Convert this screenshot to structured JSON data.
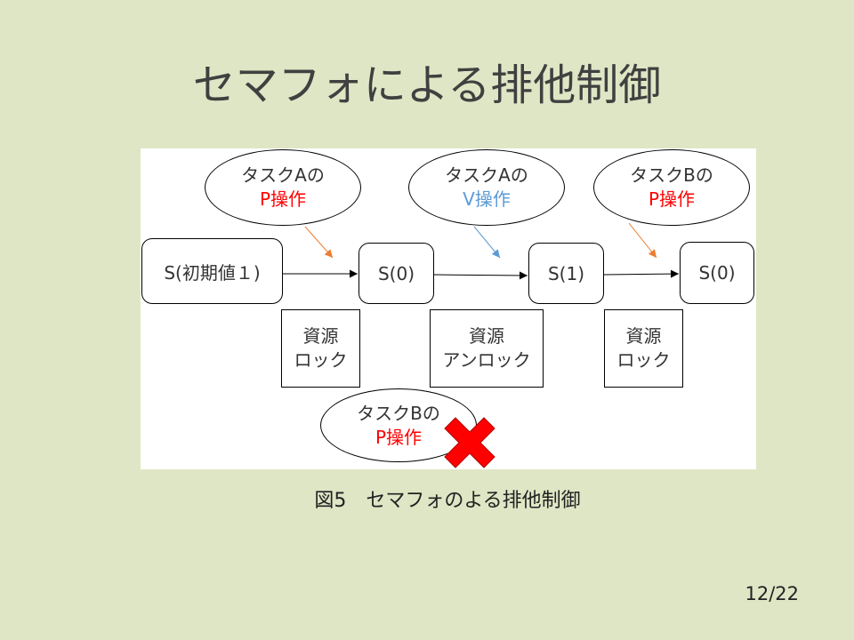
{
  "slide": {
    "title": "セマフォによる排他制御",
    "caption": "図5　セマフォのよる排他制御",
    "page_number": "12/22",
    "background_color": "#dfe6c5"
  },
  "diagram": {
    "operations": [
      {
        "task": "タスクAの",
        "op": "P操作",
        "op_color": "#ff0000",
        "arrow_color": "#ed7d31"
      },
      {
        "task": "タスクAの",
        "op": "V操作",
        "op_color": "#5b9bd5",
        "arrow_color": "#5b9bd5"
      },
      {
        "task": "タスクBの",
        "op": "P操作",
        "op_color": "#ff0000",
        "arrow_color": "#ed7d31"
      }
    ],
    "blocked_operation": {
      "task": "タスクBの",
      "op": "P操作",
      "op_color": "#ff0000",
      "mark": "red-cross-icon",
      "mark_color": "#ff0000"
    },
    "states": [
      {
        "label": "S(初期値１)"
      },
      {
        "label": "S(0)"
      },
      {
        "label": "S(1)"
      },
      {
        "label": "S(0)"
      }
    ],
    "resource_actions": [
      {
        "line1": "資源",
        "line2": "ロック"
      },
      {
        "line1": "資源",
        "line2": "アンロック"
      },
      {
        "line1": "資源",
        "line2": "ロック"
      }
    ]
  }
}
